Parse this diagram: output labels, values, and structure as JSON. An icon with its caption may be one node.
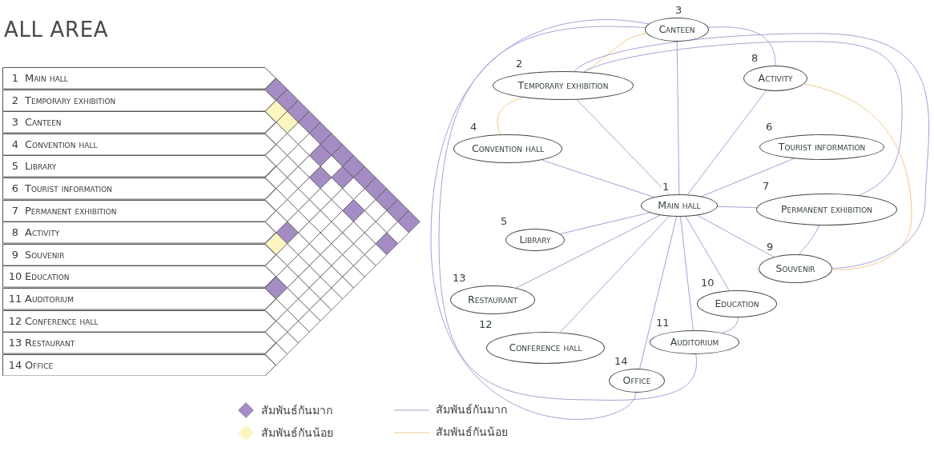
{
  "diagram": {
    "title": "ALL AREA",
    "nodes": [
      {
        "text": [
          "1",
          "Main hall"
        ]
      },
      {
        "text": [
          "2",
          "Temporary exhibition"
        ]
      },
      {
        "text": [
          "3",
          "Canteen"
        ]
      },
      {
        "text": [
          "4",
          "Convention hall"
        ]
      },
      {
        "text": [
          "5",
          "Library"
        ]
      },
      {
        "text": [
          "6",
          "Tourist information"
        ]
      },
      {
        "text": [
          "7",
          "Permanent exhibition"
        ]
      },
      {
        "text": [
          "8",
          "Activity"
        ]
      },
      {
        "text": [
          "9",
          "Souvenir"
        ]
      },
      {
        "text": [
          "10",
          "Education"
        ]
      },
      {
        "text": [
          "11",
          "Auditorium"
        ]
      },
      {
        "text": [
          "12",
          "Conference hall"
        ]
      },
      {
        "text": [
          "13",
          "Restaurant"
        ]
      },
      {
        "text": [
          "14",
          "Office"
        ]
      },
      {
        "text": [
          "Main hall"
        ],
        "beside": [
          "1"
        ]
      },
      {
        "text": [
          "Temporary exhibition"
        ],
        "beside": [
          "2"
        ]
      },
      {
        "text": [
          "Canteen"
        ],
        "beside": [
          "3"
        ]
      },
      {
        "text": [
          "Convention hall"
        ],
        "beside": [
          "4"
        ]
      },
      {
        "text": [
          "Library"
        ],
        "beside": [
          "5"
        ]
      },
      {
        "text": [
          "Tourist information"
        ],
        "beside": [
          "6"
        ]
      },
      {
        "text": [
          "Permanent exhibition"
        ],
        "beside": [
          "7"
        ]
      },
      {
        "text": [
          "Activity"
        ],
        "beside": [
          "8"
        ]
      },
      {
        "text": [
          "Souvenir"
        ],
        "beside": [
          "9"
        ]
      },
      {
        "text": [
          "Education"
        ],
        "beside": [
          "10"
        ]
      },
      {
        "text": [
          "Auditorium"
        ],
        "beside": [
          "11"
        ]
      },
      {
        "text": [
          "Conference hall"
        ],
        "beside": [
          "12"
        ]
      },
      {
        "text": [
          "Restaurant"
        ],
        "beside": [
          "13"
        ]
      },
      {
        "text": [
          "Office"
        ],
        "beside": [
          "14"
        ]
      }
    ],
    "edges": [
      {
        "from": 14,
        "to": 15,
        "arrow": "none"
      },
      {
        "from": 14,
        "to": 16,
        "arrow": "none"
      },
      {
        "from": 14,
        "to": 17,
        "arrow": "none"
      },
      {
        "from": 14,
        "to": 18,
        "arrow": "none"
      },
      {
        "from": 14,
        "to": 19,
        "arrow": "none"
      },
      {
        "from": 14,
        "to": 20,
        "arrow": "none"
      },
      {
        "from": 14,
        "to": 21,
        "arrow": "none"
      },
      {
        "from": 14,
        "to": 22,
        "arrow": "none"
      },
      {
        "from": 14,
        "to": 23,
        "arrow": "none"
      },
      {
        "from": 14,
        "to": 24,
        "arrow": "none"
      },
      {
        "from": 14,
        "to": 25,
        "arrow": "none"
      },
      {
        "from": 14,
        "to": 26,
        "arrow": "none"
      },
      {
        "from": 14,
        "to": 27,
        "arrow": "none"
      },
      {
        "from": 16,
        "to": 21,
        "arrow": "none"
      },
      {
        "from": 16,
        "to": 27,
        "arrow": "none"
      },
      {
        "from": 16,
        "to": 24,
        "arrow": "none"
      },
      {
        "from": 16,
        "to": 15,
        "arrow": "none",
        "color": "#f3c98c"
      },
      {
        "from": 15,
        "to": 17,
        "arrow": "none",
        "color": "#f3c98c"
      },
      {
        "from": 15,
        "to": 20,
        "arrow": "none"
      },
      {
        "from": 15,
        "to": 22,
        "arrow": "none"
      },
      {
        "from": 21,
        "to": 22,
        "arrow": "none",
        "color": "#f3c98c"
      },
      {
        "from": 20,
        "to": 22,
        "arrow": "none"
      },
      {
        "from": 23,
        "to": 24,
        "arrow": "none"
      }
    ],
    "legend": [
      {
        "text": "สัมพันธ์กันมาก",
        "color": "#a58cc4"
      },
      {
        "text": "สัมพันธ์กันน้อย",
        "color": "#fbf6c0"
      },
      {
        "text": "สัมพันธ์กันมาก"
      },
      {
        "text": "สัมพันธ์กันน้อย"
      }
    ]
  }
}
